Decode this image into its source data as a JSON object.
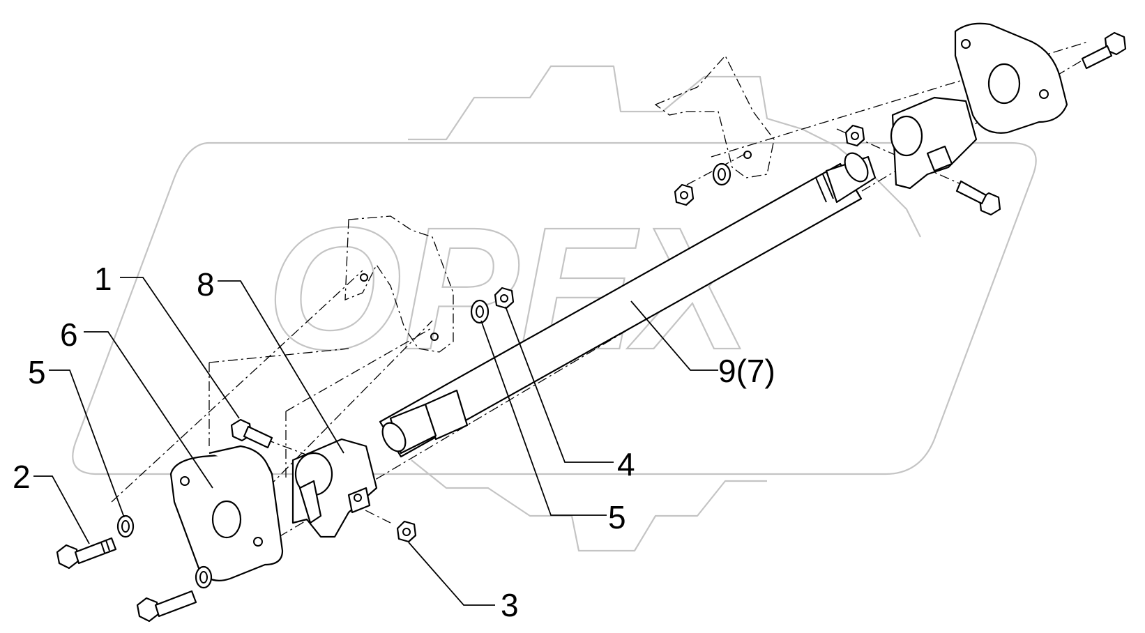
{
  "diagram": {
    "watermark_text": "OPEX",
    "callouts": [
      {
        "id": "1",
        "label": "1"
      },
      {
        "id": "8",
        "label": "8"
      },
      {
        "id": "6",
        "label": "6"
      },
      {
        "id": "5a",
        "label": "5"
      },
      {
        "id": "2",
        "label": "2"
      },
      {
        "id": "9",
        "label": "9(7)"
      },
      {
        "id": "4",
        "label": "4"
      },
      {
        "id": "5b",
        "label": "5"
      },
      {
        "id": "3",
        "label": "3"
      }
    ]
  }
}
